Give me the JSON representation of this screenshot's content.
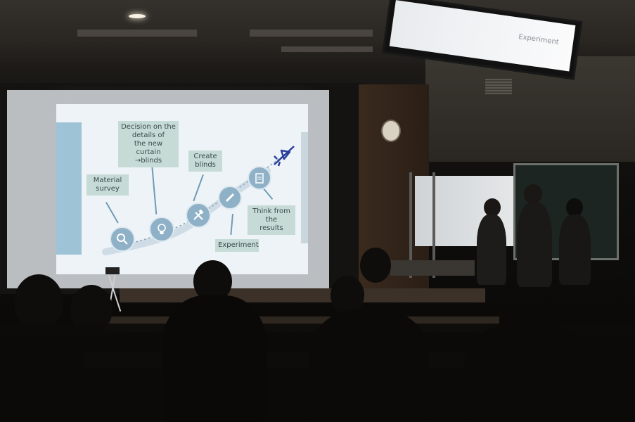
{
  "slide": {
    "box_material": "Material\nsurvey",
    "box_decision": "Decision on the\ndetails of\nthe new curtain\n→blinds",
    "box_create": "Create\nblinds",
    "box_experiment": "Experiment",
    "box_think": "Think from the\nresults"
  },
  "monitor": {
    "text": "Experiment"
  },
  "colors": {
    "slide_bg": "#eef3f7",
    "box_fill": "#c6dbd6",
    "icon_fill": "#8fb1c7",
    "path": "#6f9bb6",
    "plane": "#2a3f9a"
  },
  "icons": [
    "search-icon",
    "lightbulb-icon",
    "hammer-icon",
    "pencil-icon",
    "clipboard-icon",
    "airplane-icon"
  ]
}
